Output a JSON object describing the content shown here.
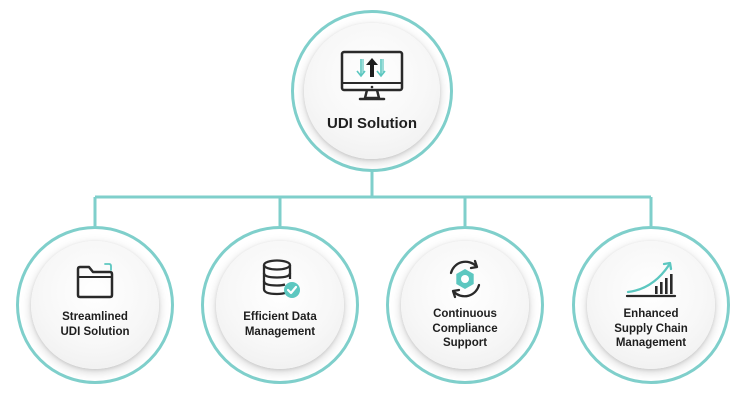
{
  "root": {
    "label": "UDI Solution",
    "icon": "monitor-upload-download-icon"
  },
  "children": [
    {
      "lines": [
        "Streamlined",
        "UDI Solution"
      ],
      "icon": "folder-icon"
    },
    {
      "lines": [
        "Efficient Data",
        "Management"
      ],
      "icon": "database-check-icon"
    },
    {
      "lines": [
        "Continuous",
        "Compliance",
        "Support"
      ],
      "icon": "gear-sync-icon"
    },
    {
      "lines": [
        "Enhanced",
        "Supply Chain",
        "Management"
      ],
      "icon": "growth-chart-icon"
    }
  ],
  "colors": {
    "accent": "#7fcfcb",
    "icon_dark": "#2a2a2a",
    "icon_accent": "#5cc7c0",
    "text": "#1e1e1e"
  }
}
